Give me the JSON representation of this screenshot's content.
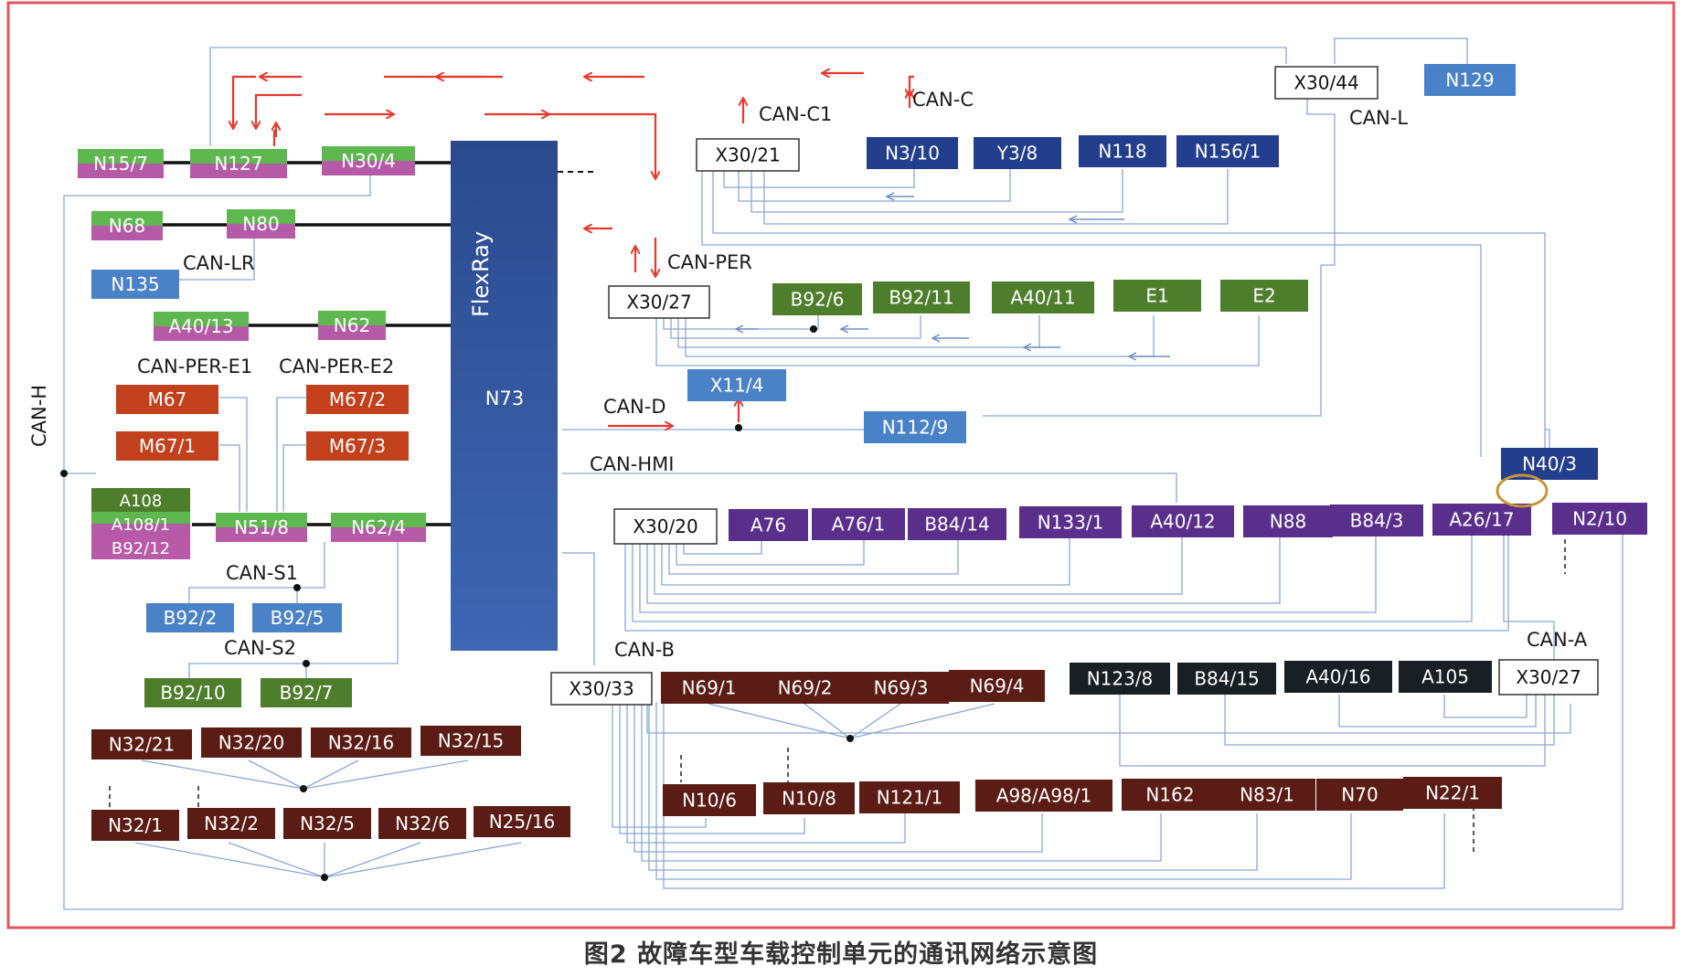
{
  "caption": "图2 故障车型车载控制单元的通讯网络示意图",
  "colors": {
    "frame": "#e0565f",
    "wire": "#8aa8d2",
    "arrow": "#e8392e",
    "backbone": "#2f4f96",
    "green": "#4e7d2c",
    "green_grad_top": "#6cc05a",
    "magenta": "#b85aa8",
    "orange": "#c2401c",
    "blue": "#4a82c8",
    "navy": "#233e8c",
    "purple": "#5a2f8c",
    "dark": "#1a1f23",
    "brown": "#5a1c14",
    "white": "#ffffff"
  },
  "backbone": {
    "title": "FlexRay",
    "label": "N73"
  },
  "nodes": [
    {
      "id": "N15/7",
      "style": "gm"
    },
    {
      "id": "N127",
      "style": "gm"
    },
    {
      "id": "N30/4",
      "style": "gm"
    },
    {
      "id": "N68",
      "style": "gm"
    },
    {
      "id": "N80",
      "style": "gm"
    },
    {
      "id": "N135",
      "style": "blue"
    },
    {
      "id": "A40/13",
      "style": "gm"
    },
    {
      "id": "N62",
      "style": "gm"
    },
    {
      "id": "M67",
      "style": "orange"
    },
    {
      "id": "M67/2",
      "style": "orange"
    },
    {
      "id": "M67/1",
      "style": "orange"
    },
    {
      "id": "M67/3",
      "style": "orange"
    },
    {
      "id": "A108",
      "style": "green"
    },
    {
      "id": "A108/1",
      "style": "gm"
    },
    {
      "id": "B92/12",
      "style": "magenta"
    },
    {
      "id": "N51/8",
      "style": "gm"
    },
    {
      "id": "N62/4",
      "style": "gm"
    },
    {
      "id": "B92/2",
      "style": "blue"
    },
    {
      "id": "B92/5",
      "style": "blue"
    },
    {
      "id": "B92/10",
      "style": "green"
    },
    {
      "id": "B92/7",
      "style": "green"
    },
    {
      "id": "N32/21",
      "style": "brown"
    },
    {
      "id": "N32/20",
      "style": "brown"
    },
    {
      "id": "N32/16",
      "style": "brown"
    },
    {
      "id": "N32/15",
      "style": "brown"
    },
    {
      "id": "N32/1",
      "style": "brown"
    },
    {
      "id": "N32/2",
      "style": "brown"
    },
    {
      "id": "N32/5",
      "style": "brown"
    },
    {
      "id": "N32/6",
      "style": "brown"
    },
    {
      "id": "N25/16",
      "style": "brown"
    },
    {
      "id": "X30/21",
      "style": "white"
    },
    {
      "id": "N3/10",
      "style": "navy"
    },
    {
      "id": "Y3/8",
      "style": "navy"
    },
    {
      "id": "N118",
      "style": "navy"
    },
    {
      "id": "N156/1",
      "style": "navy"
    },
    {
      "id": "X30/44",
      "style": "white"
    },
    {
      "id": "N129",
      "style": "blue"
    },
    {
      "id": "X30/27",
      "style": "white"
    },
    {
      "id": "B92/6",
      "style": "green"
    },
    {
      "id": "B92/11",
      "style": "green"
    },
    {
      "id": "A40/11",
      "style": "green"
    },
    {
      "id": "E1",
      "style": "green"
    },
    {
      "id": "E2",
      "style": "green"
    },
    {
      "id": "X11/4",
      "style": "blue"
    },
    {
      "id": "N112/9",
      "style": "blue"
    },
    {
      "id": "N40/3",
      "style": "navy"
    },
    {
      "id": "X30/20",
      "style": "white"
    },
    {
      "id": "A76",
      "style": "purple"
    },
    {
      "id": "A76/1",
      "style": "purple"
    },
    {
      "id": "B84/14",
      "style": "purple"
    },
    {
      "id": "N133/1",
      "style": "purple"
    },
    {
      "id": "A40/12",
      "style": "purple"
    },
    {
      "id": "N88",
      "style": "purple"
    },
    {
      "id": "B84/3",
      "style": "purple"
    },
    {
      "id": "A26/17",
      "style": "purple"
    },
    {
      "id": "N2/10",
      "style": "purple"
    },
    {
      "id": "X30/33",
      "style": "white"
    },
    {
      "id": "N69/1",
      "style": "brown"
    },
    {
      "id": "N69/2",
      "style": "brown"
    },
    {
      "id": "N69/3",
      "style": "brown"
    },
    {
      "id": "N69/4",
      "style": "brown"
    },
    {
      "id": "N123/8",
      "style": "dark"
    },
    {
      "id": "B84/15",
      "style": "dark"
    },
    {
      "id": "A40/16",
      "style": "dark"
    },
    {
      "id": "A105",
      "style": "dark"
    },
    {
      "id": "X30/27",
      "style": "white",
      "key": "X30/27b"
    },
    {
      "id": "N10/6",
      "style": "brown"
    },
    {
      "id": "N10/8",
      "style": "brown"
    },
    {
      "id": "N121/1",
      "style": "brown"
    },
    {
      "id": "A98/A98/1",
      "style": "brown"
    },
    {
      "id": "N162",
      "style": "brown"
    },
    {
      "id": "N83/1",
      "style": "brown"
    },
    {
      "id": "N70",
      "style": "brown"
    },
    {
      "id": "N22/1",
      "style": "brown"
    }
  ],
  "bus_labels": [
    "CAN-C1",
    "CAN-C",
    "CAN-L",
    "CAN-LR",
    "CAN-PER",
    "CAN-PER-E1",
    "CAN-PER-E2",
    "CAN-H",
    "CAN-D",
    "CAN-HMI",
    "CAN-S1",
    "CAN-S2",
    "CAN-B",
    "CAN-A"
  ]
}
